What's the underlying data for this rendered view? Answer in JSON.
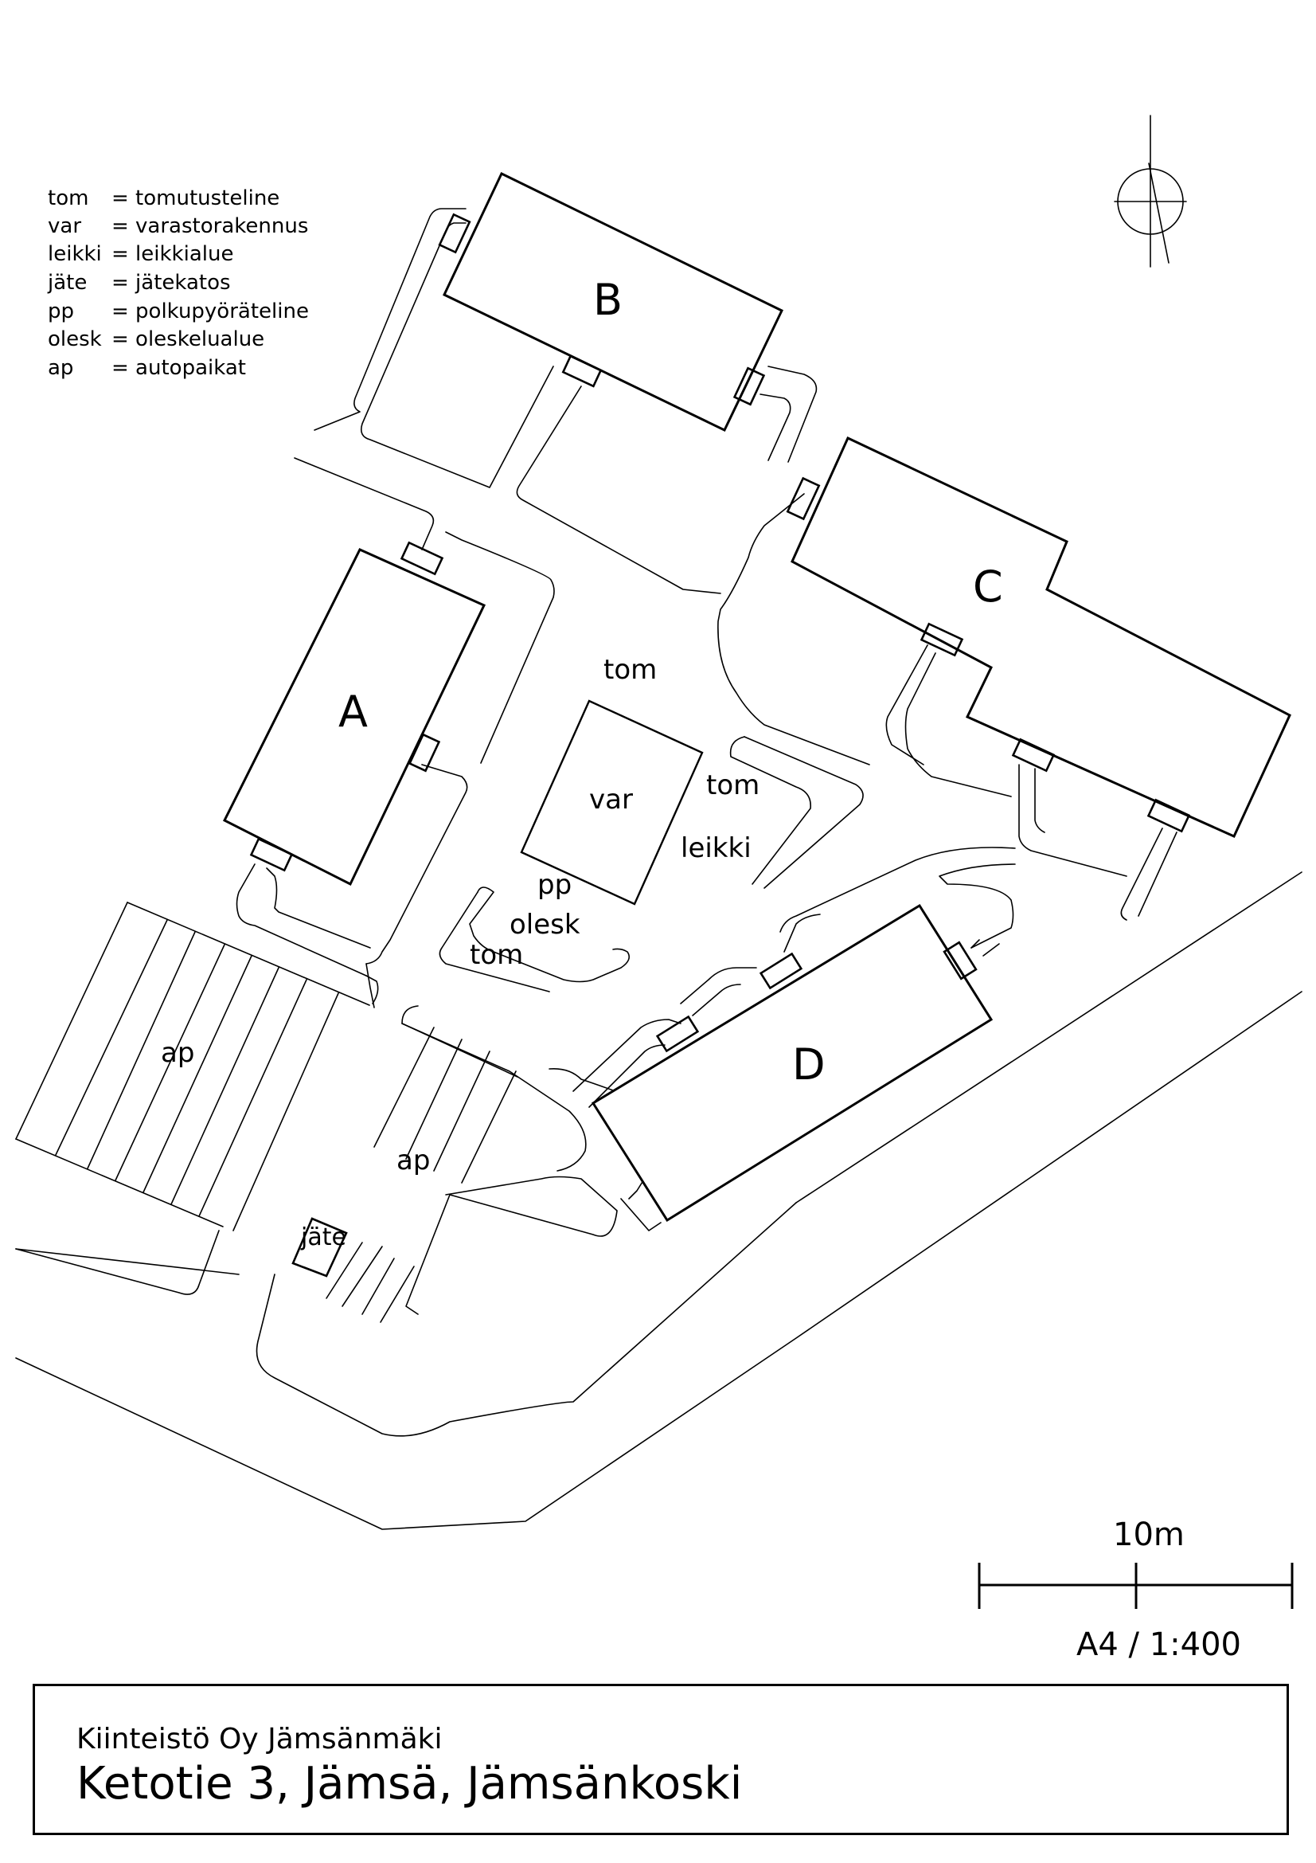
{
  "legend": [
    {
      "abbr": "tom",
      "desc": "= tomutusteline"
    },
    {
      "abbr": "var",
      "desc": "= varastorakennus"
    },
    {
      "abbr": "leikki",
      "desc": "= leikkialue"
    },
    {
      "abbr": "jäte",
      "desc": "= jätekatos"
    },
    {
      "abbr": "pp",
      "desc": "= polkupyöräteline"
    },
    {
      "abbr": "olesk",
      "desc": "= oleskelualue"
    },
    {
      "abbr": "ap",
      "desc": "= autopaikat"
    }
  ],
  "buildings": {
    "a": "A",
    "b": "B",
    "c": "C",
    "d": "D"
  },
  "labels": {
    "tom_1": "tom",
    "tom_2": "tom",
    "tom_3": "tom",
    "var": "var",
    "leikki": "leikki",
    "pp": "pp",
    "olesk": "olesk",
    "ap_1": "ap",
    "ap_2": "ap",
    "jate": "jäte"
  },
  "scale": {
    "distance": "10m",
    "ratio": "A4 / 1:400"
  },
  "title": {
    "owner": "Kiinteistö Oy Jämsänmäki",
    "address": "Ketotie 3, Jämsä, Jämsänkoski"
  }
}
